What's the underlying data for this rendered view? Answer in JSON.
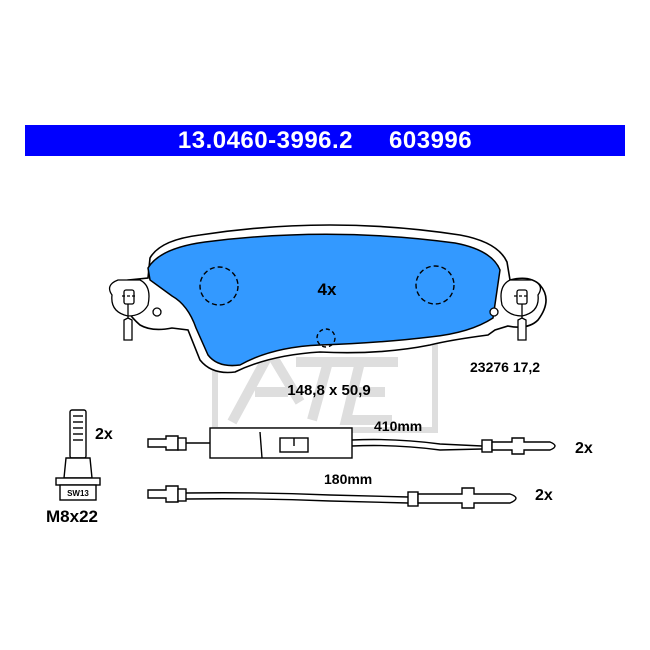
{
  "header": {
    "part_number": "13.0460-3996.2",
    "ref_number": "603996"
  },
  "colors": {
    "header_bg": "#0000ff",
    "pad_fill": "#3399ff",
    "watermark": "#dcdcdc"
  },
  "pad": {
    "quantity": "4x",
    "dimensions": "148,8 x 50,9",
    "spec": "23276 17,2"
  },
  "bolt": {
    "quantity": "2x",
    "size": "M8x22",
    "wrench": "SW13"
  },
  "sensor_long": {
    "length": "410mm",
    "quantity": "2x"
  },
  "sensor_short": {
    "length": "180mm",
    "quantity": "2x"
  },
  "watermark": {
    "brand_icon": "ate-logo-watermark"
  }
}
